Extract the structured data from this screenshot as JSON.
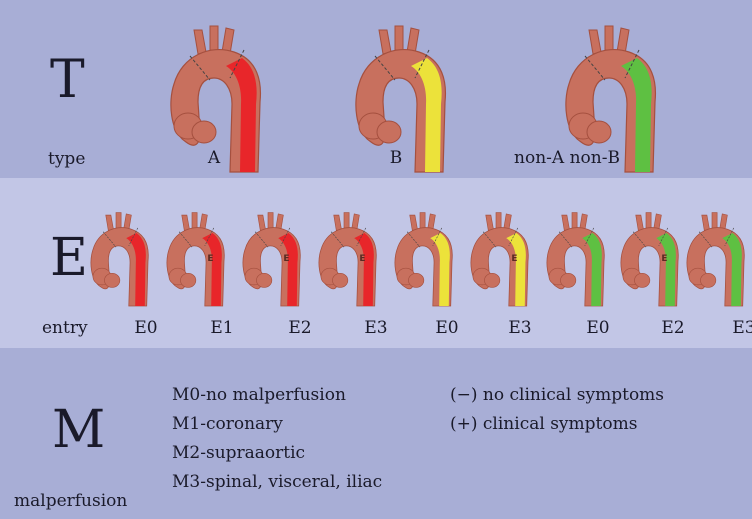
{
  "type_row": {
    "letter": "T",
    "caption": "type",
    "items": [
      {
        "label": "A",
        "color": "#e8262a",
        "entry": ""
      },
      {
        "label": "B",
        "color": "#ece23a",
        "entry": ""
      },
      {
        "label": "non-A non-B",
        "color": "#5ec042",
        "entry": ""
      }
    ]
  },
  "entry_row": {
    "letter": "E",
    "caption": "entry",
    "items": [
      {
        "label": "E0",
        "color": "#e8262a",
        "entry": ""
      },
      {
        "label": "E1",
        "color": "#e8262a",
        "entry": "E"
      },
      {
        "label": "E2",
        "color": "#e8262a",
        "entry": "E"
      },
      {
        "label": "E3",
        "color": "#e8262a",
        "entry": "E"
      },
      {
        "label": "E0",
        "color": "#ece23a",
        "entry": ""
      },
      {
        "label": "E3",
        "color": "#ece23a",
        "entry": "E"
      },
      {
        "label": "E0",
        "color": "#5ec042",
        "entry": ""
      },
      {
        "label": "E2",
        "color": "#5ec042",
        "entry": "E"
      },
      {
        "label": "E3",
        "color": "#5ec042",
        "entry": ""
      }
    ]
  },
  "malperfusion_row": {
    "letter": "M",
    "caption": "malperfusion",
    "classes": [
      "M0-no malperfusion",
      "M1-coronary",
      "M2-supraaortic",
      "M3-spinal, visceral, iliac"
    ],
    "symptoms": [
      "(−) no clinical symptoms",
      "(+) clinical symptoms"
    ]
  },
  "colors": {
    "aorta": "#c8705e",
    "aorta_dark": "#a5503f",
    "type_a": "#e8262a",
    "type_b": "#ece23a",
    "non_a_non_b": "#5ec042"
  }
}
